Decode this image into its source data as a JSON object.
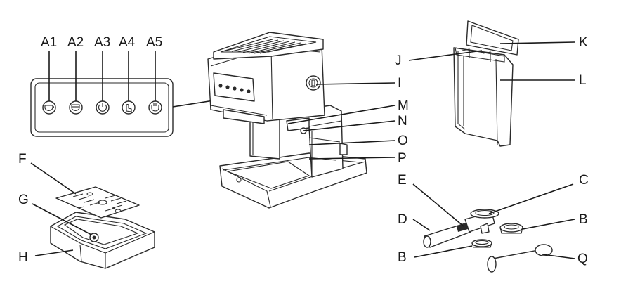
{
  "labels": {
    "A1": "A1",
    "A2": "A2",
    "A3": "A3",
    "A4": "A4",
    "A5": "A5",
    "B_top": "B",
    "B_bottom": "B",
    "C": "C",
    "D": "D",
    "E": "E",
    "F": "F",
    "G": "G",
    "H": "H",
    "I": "I",
    "J": "J",
    "K": "K",
    "L": "L",
    "M": "M",
    "N": "N",
    "O": "O",
    "P": "P",
    "Q": "Q"
  },
  "icons": {
    "A1": "single-cup-icon",
    "A2": "double-cup-icon",
    "A3": "power-icon",
    "A4": "manual-touch-icon",
    "A5": "steam-icon"
  }
}
